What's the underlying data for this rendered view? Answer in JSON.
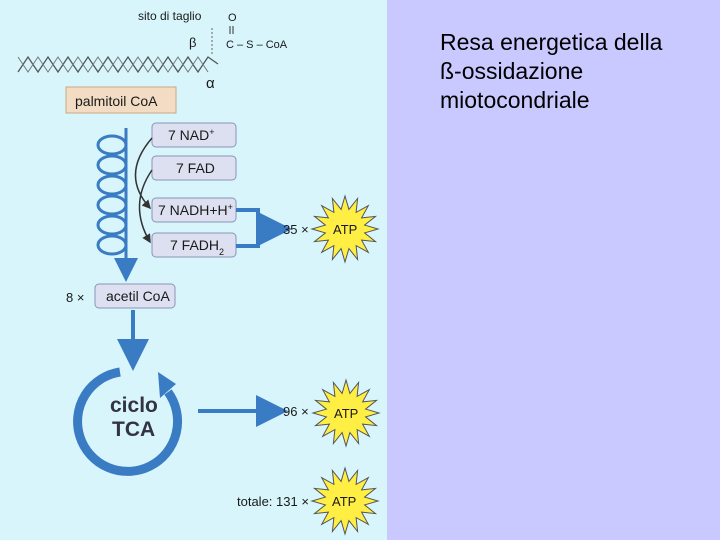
{
  "title": {
    "lines": [
      "Resa energetica della",
      "ß-ossidazione",
      "miotocondriale"
    ]
  },
  "colors": {
    "left_background": "#d7f5fb",
    "right_background": "#c9c9ff",
    "arrow_blue": "#3a7cc4",
    "box_fill": "#dde0f0",
    "atp_star": "#ffee44"
  },
  "diagram": {
    "cleavage_site_label": "sito di taglio",
    "beta_label": "β",
    "alpha_label": "α",
    "oxygen_label": "O",
    "thioester_label": "C – S – CoA",
    "palmitoyl_label": "palmitoil CoA",
    "boxes": [
      {
        "text": "7 NAD",
        "sup": "+",
        "sub": ""
      },
      {
        "text": "7 FAD",
        "sup": "",
        "sub": ""
      },
      {
        "text": "7 NADH+H",
        "sup": "+",
        "sub": ""
      },
      {
        "text": "7 FADH",
        "sup": "",
        "sub": "2"
      }
    ],
    "acetyl_multiplier": "8 ×",
    "acetyl_label": "acetil CoA",
    "cycle_line1": "ciclo",
    "cycle_line2": "TCA",
    "atp_rows": [
      {
        "count": "35 ×",
        "star": "ATP"
      },
      {
        "count": "96 ×",
        "star": "ATP"
      },
      {
        "count": "totale: 131 ×",
        "star": "ATP"
      }
    ]
  }
}
